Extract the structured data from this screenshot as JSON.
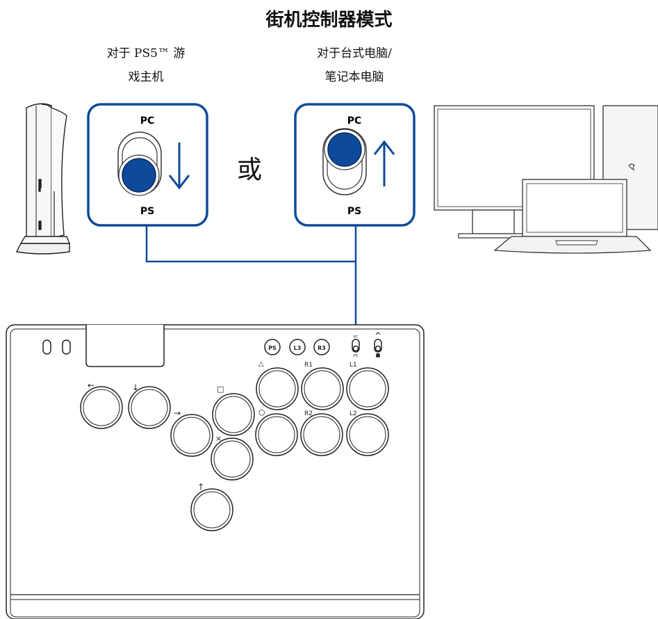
{
  "title": "街机控制器模式",
  "left_caption": {
    "line1": "对于 PS5™ 游",
    "line2": "戏主机"
  },
  "right_caption": {
    "line1": "对于台式电脑/",
    "line2": "笔记本电脑"
  },
  "or_text": "或",
  "switch_left": {
    "top": "PC",
    "bottom": "PS",
    "position": "PS"
  },
  "switch_right": {
    "top": "PC",
    "bottom": "PS",
    "position": "PC"
  },
  "accent_color": "#0d4a9a",
  "controller": {
    "mini_switch_labels": {
      "top": "PC",
      "bottom": "PS"
    },
    "menu_buttons": [
      "PS",
      "L3",
      "R3"
    ],
    "direction_labels": [
      "←",
      "↓",
      "→",
      "↑"
    ],
    "face_labels": [
      "□",
      "×",
      "△",
      "○",
      "R1",
      "R2",
      "L1",
      "L2"
    ]
  }
}
